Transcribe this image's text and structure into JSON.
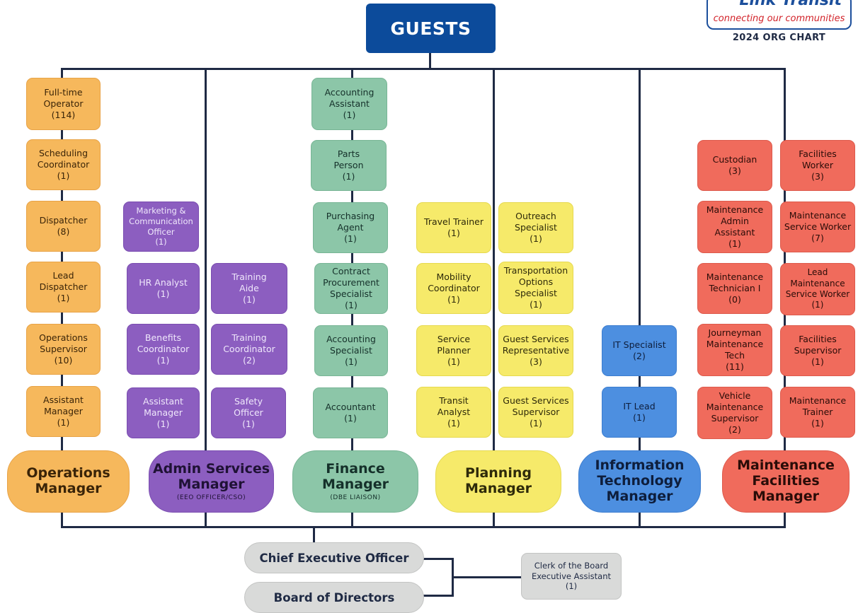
{
  "header": {
    "top_title": "GUESTS",
    "logo_brand": "Link Transit",
    "logo_tagline": "connecting our communities",
    "chart_label": "2024  ORG CHART"
  },
  "departments": [
    {
      "manager_title": "Operations\nManager",
      "manager_subtitle": "",
      "color": "#f6b85c",
      "positions": [
        {
          "title": "Full-time\nOperator\n(114)"
        },
        {
          "title": "Scheduling\nCoordinator\n(1)"
        },
        {
          "title": "Dispatcher\n(8)"
        },
        {
          "title": "Lead\nDispatcher\n(1)"
        },
        {
          "title": "Operations\nSupervisor\n(10)"
        },
        {
          "title": "Assistant\nManager\n(1)"
        }
      ]
    },
    {
      "manager_title": "Admin Services\nManager",
      "manager_subtitle": "(EEO OFFICER/CSO)",
      "color": "#8c5ec0",
      "positions": [
        {
          "title": "Marketing &\nCommunication\nOfficer\n(1)"
        },
        {
          "title": "HR Analyst\n(1)"
        },
        {
          "title": "Benefits\nCoordinator\n(1)"
        },
        {
          "title": "Assistant\nManager\n(1)"
        },
        {
          "title": "Training\nAide\n(1)"
        },
        {
          "title": "Training\nCoordinator\n(2)"
        },
        {
          "title": "Safety\nOfficer\n(1)"
        }
      ]
    },
    {
      "manager_title": "Finance\nManager",
      "manager_subtitle": "(DBE LIAISON)",
      "color": "#8cc6a8",
      "positions": [
        {
          "title": "Accounting\nAssistant\n(1)"
        },
        {
          "title": "Parts\nPerson\n(1)"
        },
        {
          "title": "Purchasing\nAgent\n(1)"
        },
        {
          "title": "Contract\nProcurement\nSpecialist\n(1)"
        },
        {
          "title": "Accounting\nSpecialist\n(1)"
        },
        {
          "title": "Accountant\n(1)"
        }
      ]
    },
    {
      "manager_title": "Planning\nManager",
      "manager_subtitle": "",
      "color": "#f6ea6a",
      "positions": [
        {
          "title": "Travel Trainer\n(1)"
        },
        {
          "title": "Mobility\nCoordinator\n(1)"
        },
        {
          "title": "Service\nPlanner\n(1)"
        },
        {
          "title": "Transit\nAnalyst\n(1)"
        },
        {
          "title": "Outreach\nSpecialist\n(1)"
        },
        {
          "title": "Transportation\nOptions\nSpecialist\n(1)"
        },
        {
          "title": "Guest Services\nRepresentative\n(3)"
        },
        {
          "title": "Guest Services\nSupervisor\n(1)"
        }
      ]
    },
    {
      "manager_title": "Information\nTechnology\nManager",
      "manager_subtitle": "",
      "color": "#4d8fe0",
      "positions": [
        {
          "title": "IT Specialist\n(2)"
        },
        {
          "title": "IT Lead\n(1)"
        }
      ]
    },
    {
      "manager_title": "Maintenance\nFacilities\nManager",
      "manager_subtitle": "",
      "color": "#f06b5c",
      "positions": [
        {
          "title": "Custodian\n(3)"
        },
        {
          "title": "Maintenance\nAdmin\nAssistant\n(1)"
        },
        {
          "title": "Maintenance\nTechnician I\n(0)"
        },
        {
          "title": "Journeyman\nMaintenance\nTech\n(11)"
        },
        {
          "title": "Vehicle\nMaintenance\nSupervisor\n(2)"
        },
        {
          "title": "Facilities\nWorker\n(3)"
        },
        {
          "title": "Maintenance\nService Worker\n(7)"
        },
        {
          "title": "Lead\nMaintenance\nService Worker\n(1)"
        },
        {
          "title": "Facilities\nSupervisor\n(1)"
        },
        {
          "title": "Maintenance\nTrainer\n(1)"
        }
      ]
    }
  ],
  "executive": {
    "ceo": "Chief Executive Officer",
    "board": "Board of Directors",
    "clerk": "Clerk of the Board\nExecutive Assistant\n(1)"
  }
}
